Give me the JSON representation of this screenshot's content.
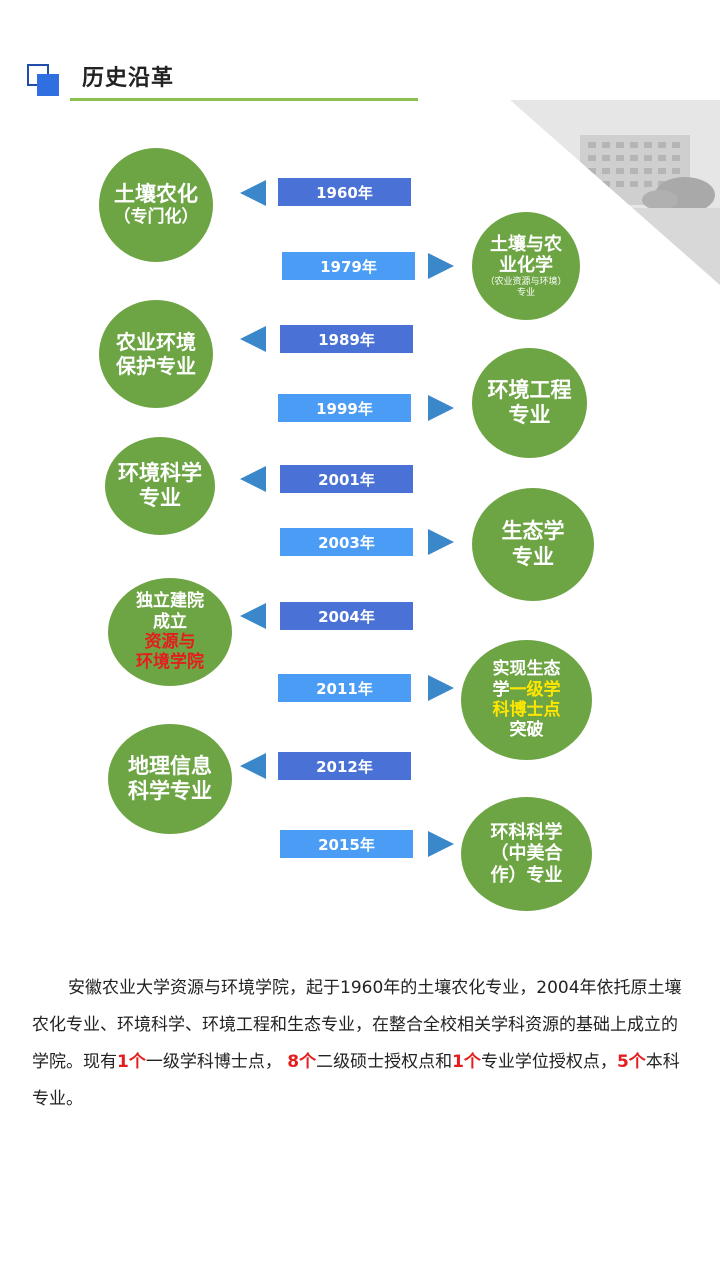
{
  "header": {
    "title": "历史沿革"
  },
  "timeline": [
    {
      "year": "1960年",
      "side": "left",
      "lines": [
        "土壤农化",
        "（专门化）"
      ]
    },
    {
      "year": "1979年",
      "side": "right",
      "lines": [
        "土壤与农",
        "业化学",
        "（农业资源与环境）",
        "专业"
      ]
    },
    {
      "year": "1989年",
      "side": "left",
      "lines": [
        "农业环境",
        "保护专业"
      ]
    },
    {
      "year": "1999年",
      "side": "right",
      "lines": [
        "环境工程",
        "专业"
      ]
    },
    {
      "year": "2001年",
      "side": "left",
      "lines": [
        "环境科学",
        "专业"
      ]
    },
    {
      "year": "2003年",
      "side": "right",
      "lines": [
        "生态学",
        "专业"
      ]
    },
    {
      "year": "2004年",
      "side": "left",
      "lines": [
        "独立建院",
        "成立",
        "资源与",
        "环境学院"
      ]
    },
    {
      "year": "2011年",
      "side": "right",
      "lines": [
        "实现生态",
        "学",
        "一级学",
        "科博士点",
        "突破"
      ]
    },
    {
      "year": "2012年",
      "side": "left",
      "lines": [
        "地理信息",
        "科学专业"
      ]
    },
    {
      "year": "2015年",
      "side": "right",
      "lines": [
        "环科科学",
        "（中美合",
        "作）专业"
      ]
    }
  ],
  "description": {
    "p1": "安徽农业大学资源与环境学院，起于1960年的土壤农化专业，2004年依托原土壤农化专业、环境科学、环境工程和生态专业，在整合全校相关学科资源的基础上成立的学院。现有",
    "n1": "1个",
    "p2": "一级学科博士点， ",
    "n2": "8个",
    "p3": "二级硕士授权点和",
    "n3": "1个",
    "p4": "专业学位授权点，",
    "n4": "5个",
    "p5": "本科专业。"
  },
  "colors": {
    "circle": "#6ea544",
    "year_left": "#4a72d6",
    "year_right": "#4a9cf5",
    "arrow": "#3a87c9",
    "accent_line": "#8cc152",
    "highlight_red": "#e41e1e",
    "highlight_yellow": "#ffe600"
  },
  "icons": {
    "header": "stacked-squares-icon",
    "arrow_left": "triangle-left-icon",
    "arrow_right": "triangle-right-icon"
  }
}
